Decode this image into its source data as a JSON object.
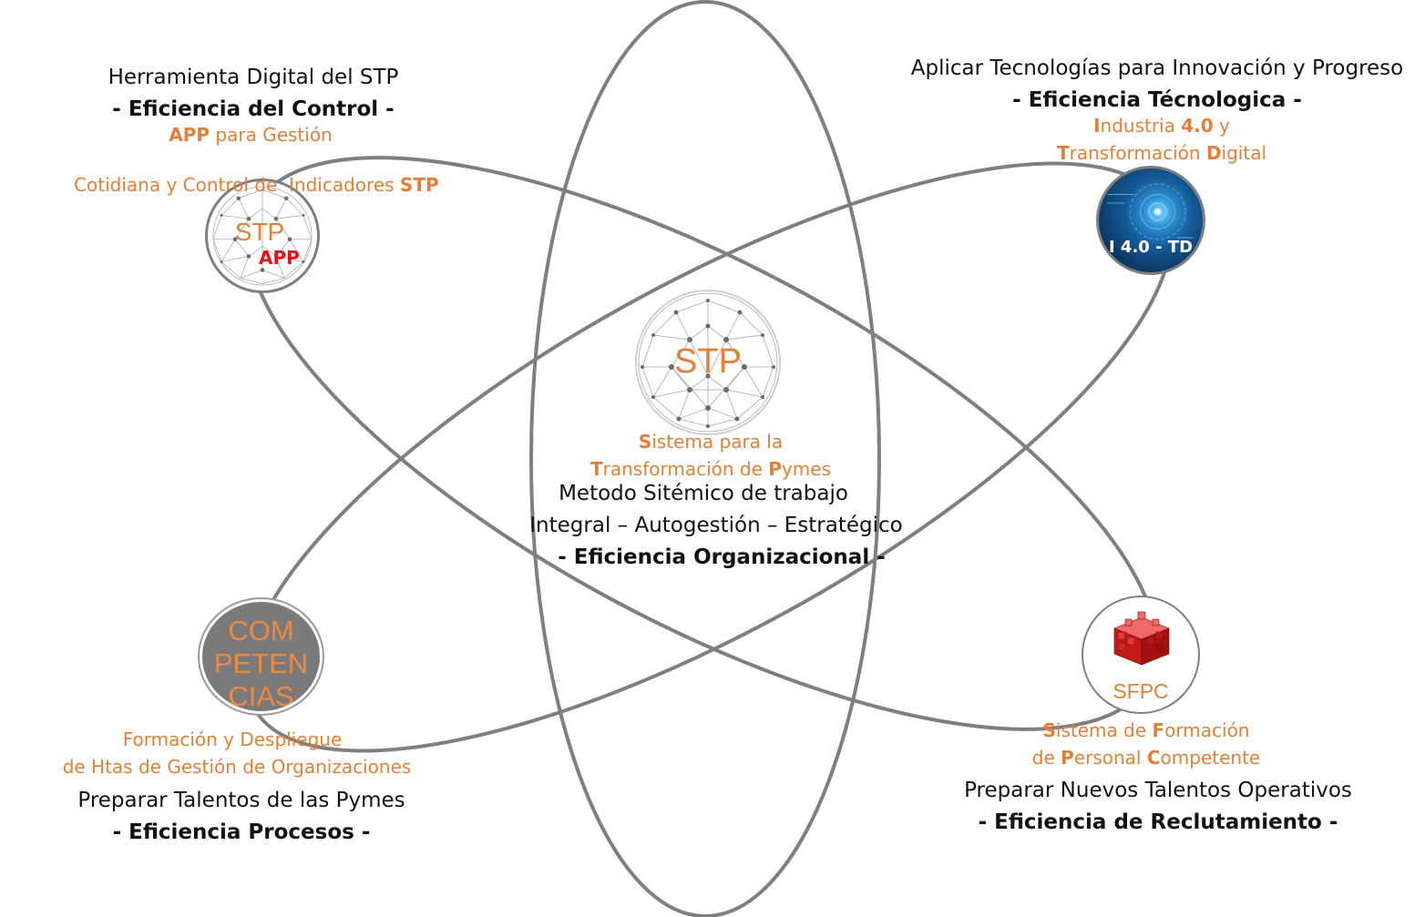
{
  "colors": {
    "orbit": "#7f7f7f",
    "orange": "#e57f35",
    "red": "#e8101a",
    "competencias_bg": "#7a7a7a",
    "i40_dark": "#0c3a66"
  },
  "center": {
    "node_label": "STP",
    "subtitle_1": {
      "hl": "S",
      "rest": "istema para la"
    },
    "subtitle_2": {
      "hl1": "T",
      "mid": "ransformación de ",
      "hl2": "P",
      "rest": "ymes"
    },
    "line_1": "Metodo Sitémico de trabajo",
    "line_2": "Integral – Autogestión – Estratégico",
    "line_3": "- Eficiencia Organizacional -"
  },
  "top_left": {
    "node_label_1": "STP",
    "node_label_2": "APP",
    "title": "Herramienta Digital del STP",
    "efficiency": "- Eficiencia del Control -",
    "orange_1": {
      "hl": "APP",
      "rest": " para Gestión"
    },
    "orange_2": {
      "rest": "Cotidiana y Control de  Indicadores ",
      "hl": "STP"
    }
  },
  "top_right": {
    "node_label": "I 4.0 - TD",
    "title": "Aplicar Tecnologías para Innovación y Progreso",
    "efficiency": "- Eficiencia Técnologica -",
    "orange_1": {
      "hl1": "I",
      "mid": "ndustria ",
      "hl2": "4.0",
      "rest": " y"
    },
    "orange_2": {
      "hl1": "T",
      "mid": "ransformación ",
      "hl2": "D",
      "rest": "igital"
    }
  },
  "bottom_left": {
    "node_label_1": "COM",
    "node_label_2": "PETEN",
    "node_label_3": "CIAS",
    "orange_1": "Formación y Despliegue",
    "orange_2": "de Htas de Gestión de Organizaciones",
    "title": "Preparar Talentos de las Pymes",
    "efficiency": "- Eficiencia Procesos -"
  },
  "bottom_right": {
    "node_label": "SFPC",
    "orange_1": {
      "hl1": "S",
      "mid": "istema de ",
      "hl2": "F",
      "rest": "ormación"
    },
    "orange_2": {
      "pre": "de ",
      "hl1": "P",
      "mid": "ersonal ",
      "hl2": "C",
      "rest": "ompetente"
    },
    "title": "Preparar Nuevos Talentos Operativos",
    "efficiency": "- Eficiencia de Reclutamiento -"
  }
}
